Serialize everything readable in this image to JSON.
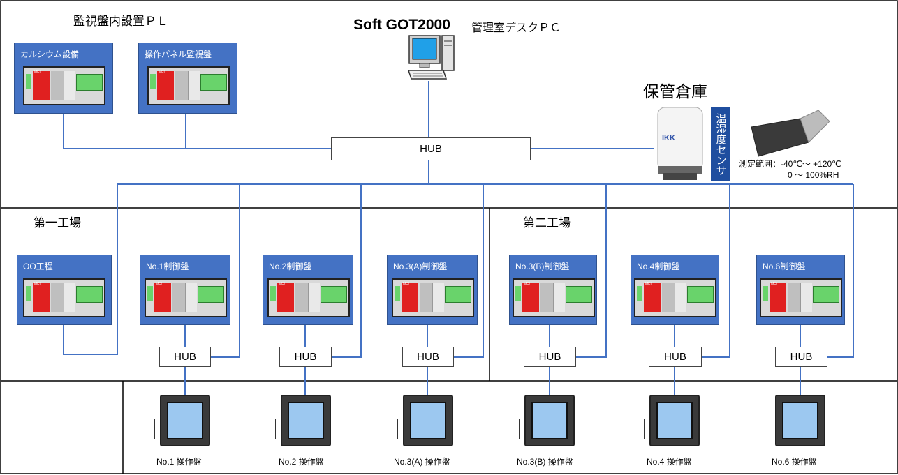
{
  "texts": {
    "softgot": "Soft GOT2000",
    "mgmt_pc": "管理室デスクＰＣ",
    "panel_pl": "監視盤内設置ＰＬ",
    "warehouse": "保管倉庫",
    "factory1": "第一工場",
    "factory2": "第二工場",
    "sensor_vertical": "温湿度センサ",
    "sensor_range_1": "測定範囲：-40℃～ +120℃",
    "sensor_range_2": "0 ～ 100%RH",
    "sensor_brand": "IKK",
    "plc_label": "MEL",
    "main_hub": "HUB"
  },
  "top_panels": [
    {
      "title": "カルシウム設備"
    },
    {
      "title": "操作パネル監視盤"
    }
  ],
  "factory_panels": [
    {
      "title": "OO工程"
    },
    {
      "title": "No.1制御盤"
    },
    {
      "title": "No.2制御盤"
    },
    {
      "title": "No.3(A)制御盤"
    },
    {
      "title": "No.3(B)制御盤"
    },
    {
      "title": "No.4制御盤"
    },
    {
      "title": "No.6制御盤"
    }
  ],
  "hubs": [
    "HUB",
    "HUB",
    "HUB",
    "HUB",
    "HUB",
    "HUB"
  ],
  "hmis": [
    {
      "label": "No.1 操作盤"
    },
    {
      "label": "No.2 操作盤"
    },
    {
      "label": "No.3(A) 操作盤"
    },
    {
      "label": "No.3(B) 操作盤"
    },
    {
      "label": "No.4 操作盤"
    },
    {
      "label": "No.6 操作盤"
    }
  ],
  "colors": {
    "panel": "#4472c4",
    "wire": "#4472c4",
    "plc_red": "#e02020",
    "plc_green": "#69d36b"
  }
}
